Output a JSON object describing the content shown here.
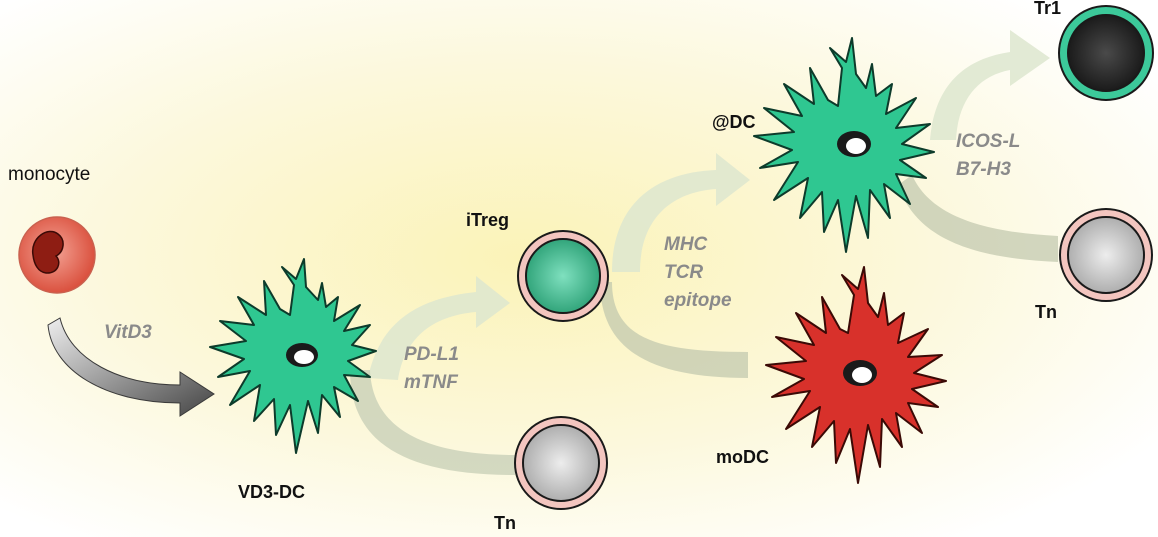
{
  "labels": {
    "monocyte": "monocyte",
    "vitd3": "VitD3",
    "vd3dc": "VD3-DC",
    "itreg": "iTreg",
    "tn_bottom": "Tn",
    "pdl1": "PD-L1",
    "mtnf": "mTNF",
    "mhc": "MHC",
    "tcr": "TCR",
    "epitope": "epitope",
    "atdc": "@DC",
    "modc": "moDC",
    "tr1": "Tr1",
    "icosl": "ICOS-L",
    "b7h3": "B7-H3",
    "tn_right": "Tn"
  },
  "colors": {
    "dc_green": "#2fc791",
    "dc_red": "#d8312b",
    "monocyte_red": "#e25a45",
    "naive_gray": "#cfcfcf",
    "tr1_dark": "#2b2b2b",
    "ring_pink": "#f0b9b3",
    "ring_green": "#3cc99a",
    "arrow_light": "#dfe7d2",
    "arrow_dark": "#555555",
    "background_glow": "#fbf6c5"
  },
  "icons": [
    "monocyte-cell",
    "dendritic-cell-green",
    "dendritic-cell-red",
    "t-cell-naive",
    "t-cell-itreg",
    "t-cell-tr1",
    "curved-arrow"
  ]
}
